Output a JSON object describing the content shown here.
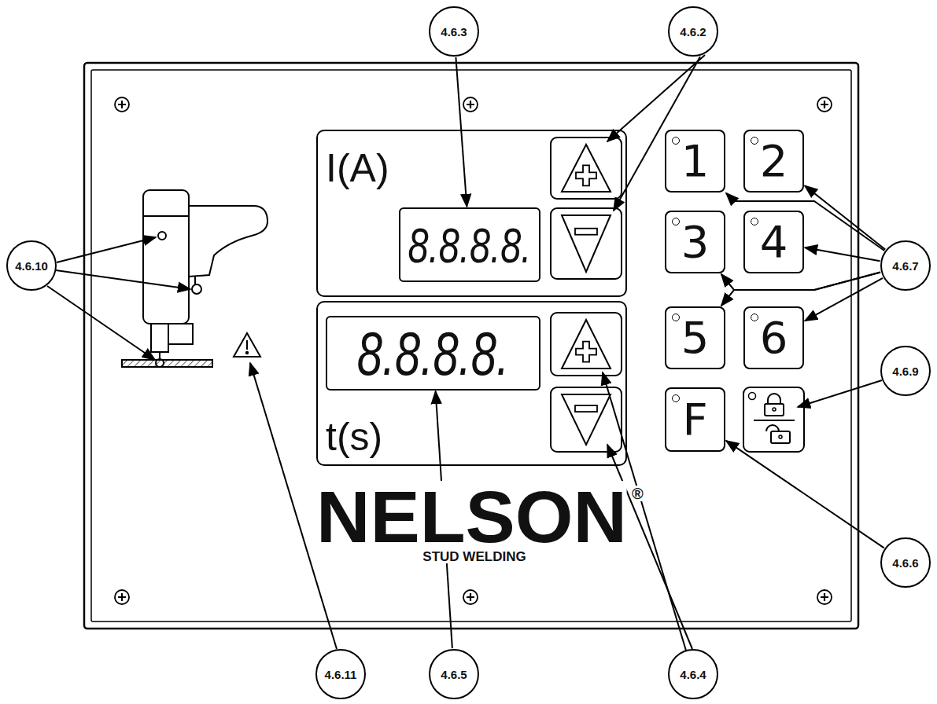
{
  "diagram": {
    "nodes": [
      {
        "text": [
          "4.6.3"
        ]
      },
      {
        "text": [
          "4.6.2"
        ]
      },
      {
        "text": [
          "4.6.10"
        ]
      },
      {
        "text": [
          "4.6.7"
        ]
      },
      {
        "text": [
          "4.6.9"
        ]
      },
      {
        "text": [
          "4.6.6"
        ]
      },
      {
        "text": [
          "4.6.11"
        ]
      },
      {
        "text": [
          "4.6.5"
        ]
      },
      {
        "text": [
          "4.6.4"
        ]
      },
      {
        "text": [
          "I(A)"
        ]
      },
      {
        "text": [
          "8.8.8.8."
        ],
        "in": 9
      },
      {
        "text": [
          "t(s)"
        ]
      },
      {
        "text": [
          "8.8.8.8."
        ],
        "in": 11
      },
      {
        "text": [
          "1"
        ]
      },
      {
        "text": [
          "2"
        ]
      },
      {
        "text": [
          "3"
        ]
      },
      {
        "text": [
          "4"
        ]
      },
      {
        "text": [
          "5"
        ]
      },
      {
        "text": [
          "6"
        ]
      },
      {
        "text": [
          "F"
        ]
      }
    ],
    "edges": [
      {
        "from": 0,
        "to": 10,
        "arrow": "to"
      },
      {
        "from": 3,
        "to": 13,
        "arrow": "to"
      },
      {
        "from": 3,
        "to": 14,
        "arrow": "to"
      },
      {
        "from": 3,
        "to": 15,
        "arrow": "to"
      },
      {
        "from": 3,
        "to": 16,
        "arrow": "to"
      },
      {
        "from": 3,
        "to": 17,
        "arrow": "to"
      },
      {
        "from": 3,
        "to": 18,
        "arrow": "to"
      },
      {
        "from": 5,
        "to": 19,
        "arrow": "to"
      },
      {
        "from": 7,
        "to": 12,
        "arrow": "to"
      }
    ],
    "labels": [
      "NELSON",
      "STUD WELDING",
      "®"
    ]
  }
}
